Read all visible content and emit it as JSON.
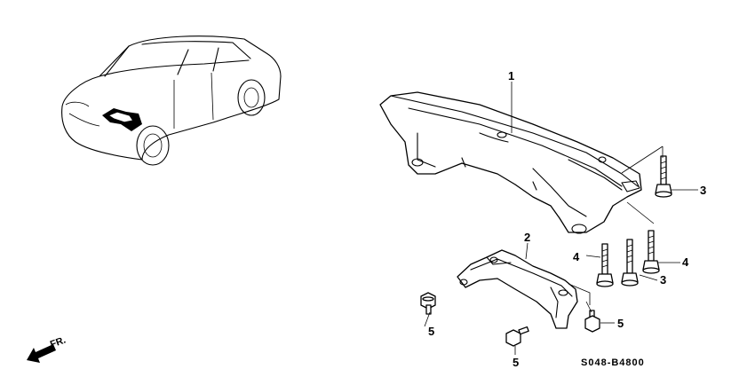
{
  "diagram": {
    "callouts": {
      "crossbeam": "1",
      "stiffener": "2",
      "bolt_upper_right": "3",
      "bolt_lower_right": "3",
      "bolt_left": "4",
      "bolt_right": "4",
      "bolt_small_left": "5",
      "bolt_small_bottom": "5",
      "bolt_small_right": "5"
    },
    "direction_label": "FR.",
    "diagram_code": "S048-B4800"
  }
}
